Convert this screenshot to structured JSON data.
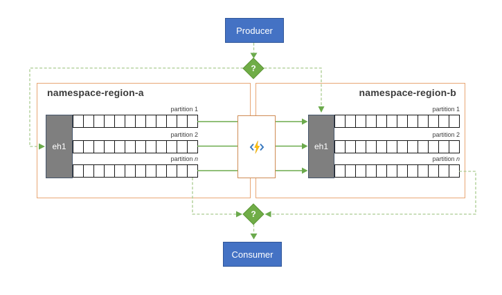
{
  "producer": {
    "label": "Producer"
  },
  "consumer": {
    "label": "Consumer"
  },
  "routing": {
    "top_label": "?",
    "bottom_label": "?"
  },
  "partition_cell_count": 12,
  "namespace_a": {
    "label": "namespace-region-a",
    "hub": "eh1",
    "partitions": [
      {
        "text": "partition 1",
        "tail": ""
      },
      {
        "text": "partition 2",
        "tail": ""
      },
      {
        "text": "partition ",
        "tail": "n"
      }
    ]
  },
  "namespace_b": {
    "label": "namespace-region-b",
    "hub": "eh1",
    "partitions": [
      {
        "text": "partition 1",
        "tail": ""
      },
      {
        "text": "partition 2",
        "tail": ""
      },
      {
        "text": "partition ",
        "tail": "n"
      }
    ]
  },
  "hub_icon": {
    "name": "event-hubs-icon"
  },
  "colors": {
    "node_blue": "#4472C4",
    "node_blue_border": "#2F5597",
    "decision_green": "#70AD47",
    "connector_green": "#6BAA4C",
    "dashed_green": "#A9CB8F",
    "namespace_orange": "#E8A673",
    "hub_box_orange": "#CE8A52",
    "event_hub_gray": "#7F7F7F",
    "event_hub_border": "#44546A",
    "icon_bracket_blue": "#3878BE",
    "icon_bolt_yellow": "#FFC010"
  }
}
